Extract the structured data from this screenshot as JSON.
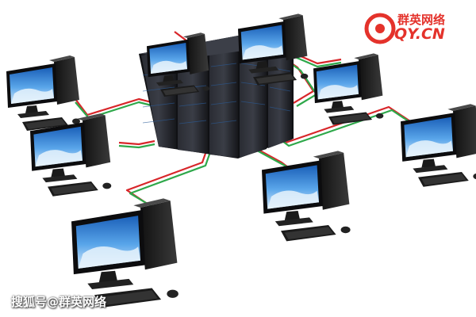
{
  "logo": {
    "text_cn": "群英网络",
    "text_en": "QY.CN",
    "color": "#e4322b"
  },
  "watermark": {
    "text": "搜狐号@群英网络"
  },
  "colors": {
    "cable_red": "#d8262a",
    "cable_green": "#2ea84a",
    "screen_sky": "#2f7fd6",
    "server_body": "#1c1d22"
  }
}
